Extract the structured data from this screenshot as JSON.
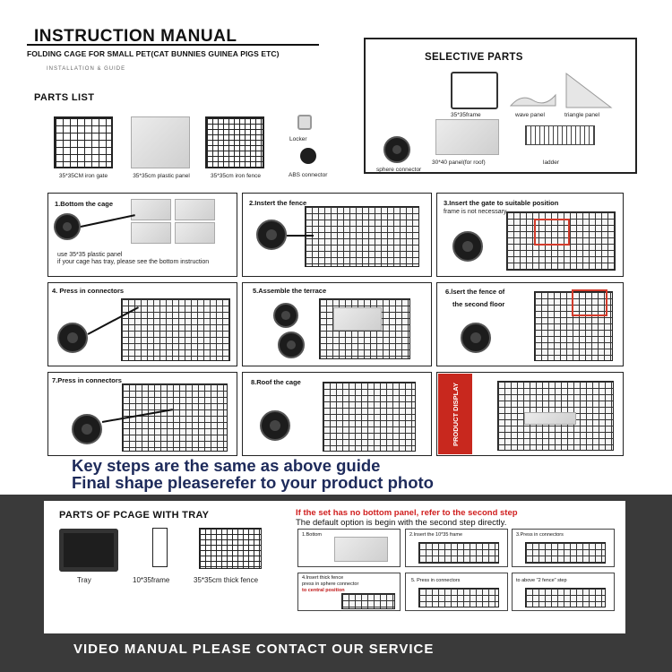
{
  "header": {
    "title": "INSTRUCTION MANUAL",
    "subtitle": "FOLDING CAGE FOR SMALL PET(CAT BUNNIES GUINEA PIGS ETC)",
    "guide": "INSTALLATION & GUIDE"
  },
  "parts_list": {
    "title": "PARTS LIST",
    "items": [
      {
        "label": "35*35CM iron gate",
        "icon": "iron-gate-icon"
      },
      {
        "label": "35*35cm plastic panel",
        "icon": "plastic-panel-icon"
      },
      {
        "label": "35*35cm iron fence",
        "icon": "iron-fence-icon"
      },
      {
        "label": "Locker",
        "icon": "locker-icon"
      },
      {
        "label": "ABS  connector",
        "icon": "connector-icon"
      }
    ]
  },
  "selective_parts": {
    "title": "SELECTIVE PARTS",
    "items": [
      {
        "label": "35*35frame"
      },
      {
        "label": "wave panel"
      },
      {
        "label": "triangle panel"
      },
      {
        "label": "30*40 panel(for roof)"
      },
      {
        "label": "ladder"
      },
      {
        "label": "sphere connector"
      }
    ]
  },
  "steps": [
    {
      "label": "1.Bottom the cage",
      "note": "use 35*35 plastic panel\nif your cage has tray, please see the bottom instruction"
    },
    {
      "label": "2.Instert the fence",
      "note": ""
    },
    {
      "label": "3.Insert the gate to suitable position",
      "note": "frame is not necessary"
    },
    {
      "label": "4. Press in connectors",
      "note": ""
    },
    {
      "label": "5.Assemble the terrace",
      "note": ""
    },
    {
      "label": "6.lsert the fence of",
      "label2": "the second floor",
      "note": ""
    },
    {
      "label": "7.Press in connectors",
      "note": ""
    },
    {
      "label": "8.Roof the cage",
      "note": ""
    }
  ],
  "product_display": "PRODUCT DISPLAY",
  "key_lines": [
    "Key steps are the same as above guide",
    "Final shape pleaserefer to your product photo"
  ],
  "tray_section": {
    "title": "PARTS OF PCAGE WITH TRAY",
    "red_note": "If the set has no bottom panel, refer to the second step",
    "black_note": "The default option is begin with the second step directly.",
    "parts": [
      {
        "label": "Tray"
      },
      {
        "label": "10*35frame"
      },
      {
        "label": "35*35cm thick fence"
      }
    ],
    "mini_steps": [
      {
        "label": "1.Bottom"
      },
      {
        "label": "2.Insert the 10*35 frame"
      },
      {
        "label": "3.Press in connectors"
      },
      {
        "label": "4.Insert thick fence",
        "line2": "press in sphere connector",
        "line3": "to central position"
      },
      {
        "label": "5. Press in connectors"
      },
      {
        "label": "to above \"2 fence\" step"
      }
    ]
  },
  "footer": "VIDEO MANUAL PLEASE CONTACT OUR SERVICE",
  "colors": {
    "accent_red": "#c8281e",
    "note_red": "#d01e1e",
    "key_text": "#1d2a5a",
    "dark_band": "#3a3a3a"
  }
}
